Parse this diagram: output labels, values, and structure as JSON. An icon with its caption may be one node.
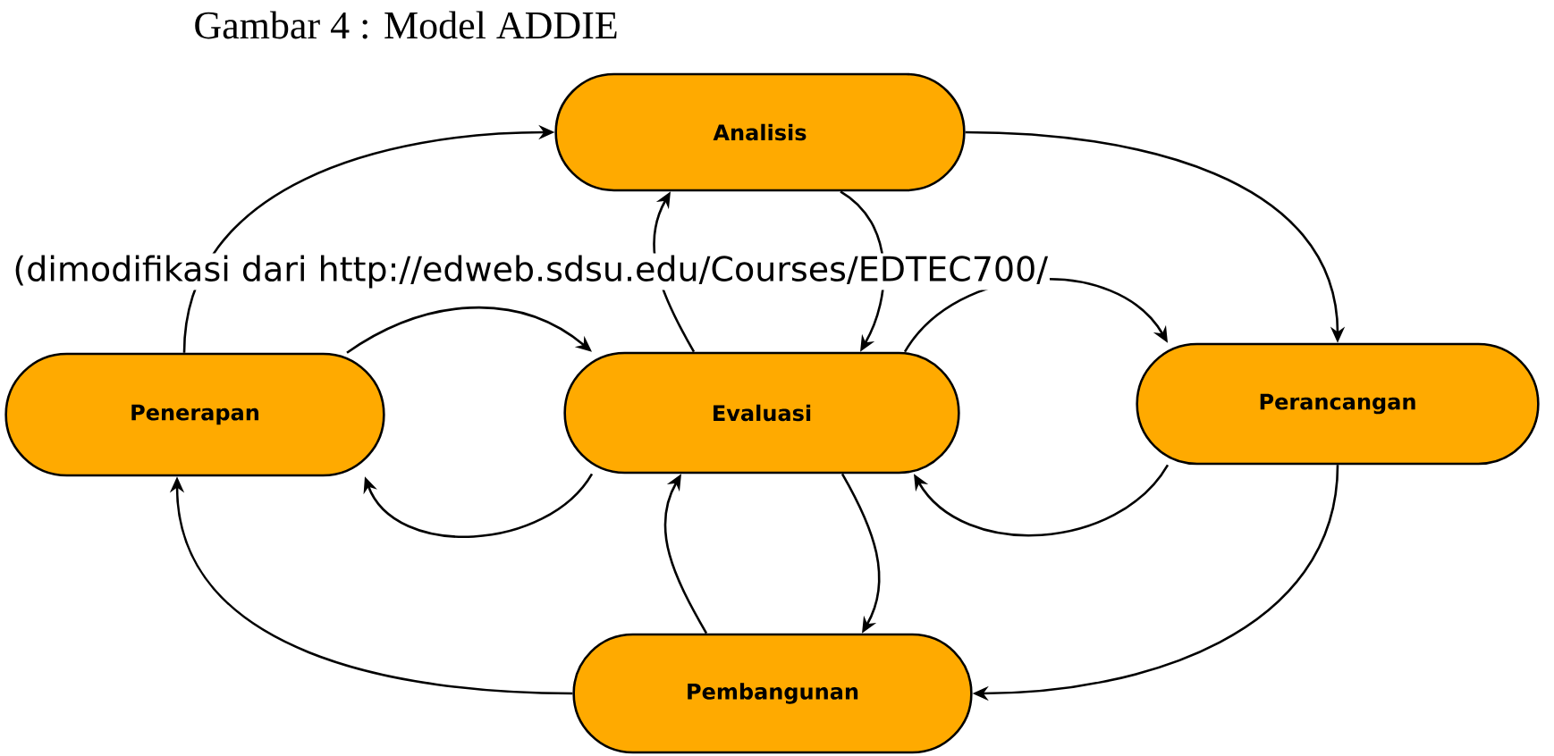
{
  "diagram": {
    "title": "Gambar 4 : Model ADDIE",
    "nodes": [
      {
        "text": [
          "Analisis"
        ]
      },
      {
        "text": [
          "Penerapan"
        ]
      },
      {
        "text": [
          "Evaluasi"
        ]
      },
      {
        "text": [
          "Perancangan"
        ]
      },
      {
        "text": [
          "Pembangunan"
        ]
      }
    ],
    "edges": [
      {
        "from": 0,
        "to": 3,
        "arrow": "to"
      },
      {
        "from": 3,
        "to": 4,
        "arrow": "to"
      },
      {
        "from": 4,
        "to": 1,
        "arrow": "to"
      },
      {
        "from": 1,
        "to": 0,
        "arrow": "to"
      },
      {
        "from": 0,
        "to": 2,
        "arrow": "to"
      },
      {
        "from": 2,
        "to": 0,
        "arrow": "to"
      },
      {
        "from": 1,
        "to": 2,
        "arrow": "to"
      },
      {
        "from": 2,
        "to": 1,
        "arrow": "to"
      },
      {
        "from": 2,
        "to": 3,
        "arrow": "to"
      },
      {
        "from": 3,
        "to": 2,
        "arrow": "to"
      },
      {
        "from": 2,
        "to": 4,
        "arrow": "to"
      },
      {
        "from": 4,
        "to": 2,
        "arrow": "to"
      }
    ],
    "labels": [
      "(dimodifikasi dari http://edweb.sdsu.edu/Courses/EDTEC700/"
    ]
  }
}
